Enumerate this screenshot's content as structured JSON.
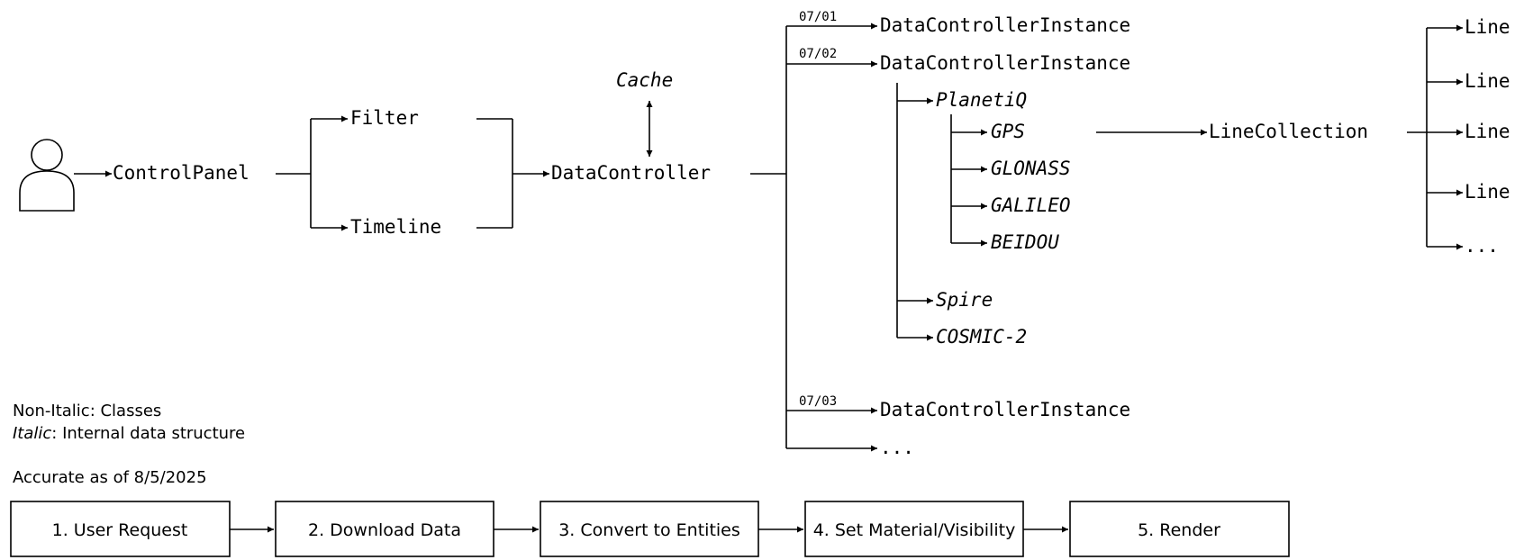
{
  "nodes": {
    "control_panel": "ControlPanel",
    "filter": "Filter",
    "timeline": "Timeline",
    "data_controller": "DataController",
    "cache": "Cache",
    "dci_1": "DataControllerInstance",
    "dci_2": "DataControllerInstance",
    "dci_3": "DataControllerInstance",
    "dci_more": "...",
    "date_1": "07/01",
    "date_2": "07/02",
    "date_3": "07/03",
    "planetiq": "PlanetiQ",
    "spire": "Spire",
    "cosmic2": "COSMIC-2",
    "gps": "GPS",
    "glonass": "GLONASS",
    "galileo": "GALILEO",
    "beidou": "BEIDOU",
    "line_collection": "LineCollection",
    "line_1": "Line",
    "line_2": "Line",
    "line_3": "Line",
    "line_4": "Line",
    "line_more": "..."
  },
  "legend": {
    "non_italic_label": "Non-Italic",
    "non_italic_desc": ": Classes",
    "italic_label": "Italic",
    "italic_desc": ": Internal data structure",
    "accuracy": "Accurate as of 8/5/2025"
  },
  "pipeline": [
    "1. User Request",
    "2. Download Data",
    "3. Convert to Entities",
    "4. Set Material/Visibility",
    "5. Render"
  ]
}
